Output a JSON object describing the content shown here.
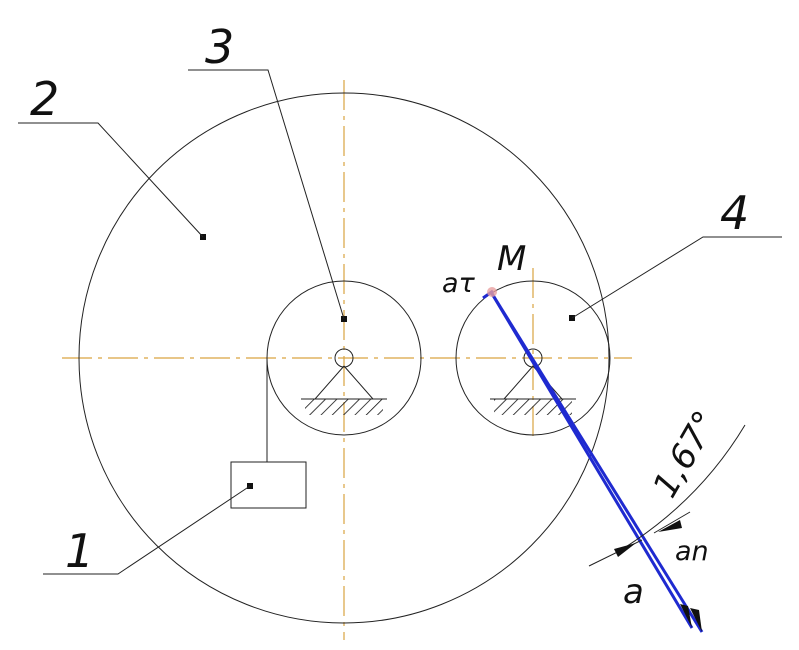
{
  "labels": {
    "body1": "1",
    "body2": "2",
    "body3": "3",
    "body4": "4",
    "point": "M",
    "a_tau": "aτ",
    "a_n": "an",
    "a": "a",
    "angle": "1,67°"
  },
  "colors": {
    "axis": "#d9a441",
    "vector": "#1f2ad0",
    "line": "#222222",
    "highlight": "#e8a0a0"
  }
}
